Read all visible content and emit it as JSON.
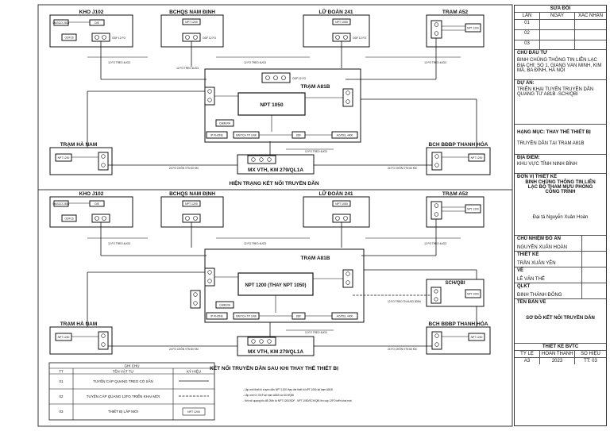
{
  "top": {
    "title": "HIỆN TRẠNG KẾT NỐI TRUYỀN DẪN",
    "nodes": {
      "kho": "KHO J102",
      "bchqs": "BCHQS NAM ĐỊNH",
      "lu": "LỮ ĐOÀN 241",
      "a52": "TRẠM A52",
      "a81b": "TRẠM A81B",
      "hanam": "TRẠM HÀ NAM",
      "thanhhoa": "BCH BĐBP THANH HÓA",
      "mx": "MX VTH, KM 279/QL1A"
    },
    "hub": "NPT 1050",
    "devices": {
      "dasco": "DASCO 2811",
      "oe": "O/E",
      "odf_a": "ODF16",
      "odf_b": "ODF 12 FO",
      "npt_a": "NPT 1200",
      "camera": "CAMERA",
      "ipphone": "IP PHONE",
      "switch": "SWITCH TP LINK",
      "sdf": "SDF",
      "alcatel": "ACATEL 4400",
      "npt_b": "NPT 1050"
    },
    "cables": {
      "c1": "12 FO TREO 4UG3",
      "c2": "12 FO TREO 4UG3",
      "c3": "12 FO TREO 4UG3",
      "c4": "12 FO TREO 4UG3",
      "c5": "12 FO TREO 4UG3",
      "c6": "12 FO TREO 4UG3",
      "c7": "24 FO CHÔN VTN 60 KM",
      "c8": "24 FO CHÔN VTN 60 KM"
    }
  },
  "bottom": {
    "title": "KẾT NỐI TRUYỀN DẪN SAU KHI THAY THẾ THIẾT BỊ",
    "nodes": {
      "kho": "KHO J102",
      "bchqs": "BCHQS NAM ĐỊNH",
      "lu": "LỮ ĐOÀN 241",
      "a52": "TRẠM A52",
      "a81b": "TRẠM A81B",
      "schqbi": "SCH/QBI",
      "hanam": "TRẠM HÀ NAM",
      "thanhhoa": "BCH BĐBP THANH HÓA",
      "mx": "MX VTH, KM 279/QL1A"
    },
    "hub": "NPT 1200 (THAY NPT 1050)",
    "devices": {
      "dasco": "DASCO 2811",
      "oe": "O/E",
      "odf_a": "ODF16",
      "odf_b": "ODF 12 FO",
      "npt_a": "NPT 1200",
      "camera": "CAMERA",
      "ipphone": "IP PHONE",
      "switch": "SWITCH TP LINK",
      "sdf": "SDF",
      "alcatel": "ACATEL 4400",
      "npt_b": "NPT 1050"
    },
    "cables": {
      "c1": "12 FO TREO 4UG3",
      "c2": "12 FO TREO 4UG3",
      "c3": "12 FO TREO 4UG3",
      "c4": "12 FO TREO 4UG3",
      "c5": "12 FO TREO 4UG3",
      "c6": "12 FO TREO 4UG3",
      "c7": "24 FO CHÔN VTN 60 KM",
      "c8": "24 FO CHÔN VTN 60 KM",
      "c9": "12 FO TREO TN 4UG3 300M"
    }
  },
  "legend": {
    "title": "GHI CHÚ",
    "headers": [
      "TT",
      "TÊN VẬT TƯ",
      "KÝ HIỆU"
    ],
    "rows": [
      {
        "tt": "01",
        "name": "TUYẾN CÁP QUANG TREO CÓ SẴN"
      },
      {
        "tt": "02",
        "name": "TUYẾN CÁP QUANG 12FO TRIỂN KHAI MỚI"
      },
      {
        "tt": "03",
        "name": "THIẾT BỊ LẮP MỚI",
        "symbol": "NPT 1200"
      }
    ]
  },
  "notes": [
    "- Lắp mới thiết bị truyền dẫn NPT 1200 thay thế thiết bị NPT 1050 tại trạm A81B",
    "- Lắp mới 01 ODF tại trạm A81B và SCH/QBI",
    "- Kết nối quang lẻo đổi 2Mb từ NPT 1200/SDF - NPT 1050/SCH/QBI lên cáp 12FO triển khai mới"
  ],
  "titleblock": {
    "revision": "SỬA ĐỔI",
    "rev_headers": [
      "LẦN",
      "NGÀY",
      "XÁC NHẬN"
    ],
    "rev_rows": [
      "01",
      "02",
      "03"
    ],
    "owner_label": "CHỦ ĐẦU TƯ",
    "owner": "BINH CHỦNG THÔNG TIN LIÊN LẠC",
    "address": "ĐỊA CHỈ: SỐ 1, GIANG VĂN MINH, KIM MÃ, BA ĐÌNH, HÀ NỘI",
    "project_label": "DỰ ÁN:",
    "project": "TRIỂN KHAI TUYẾN TRUYỀN DẪN QUANG TỪ A81B -SCH/QBI",
    "item_label": "HẠNG MỤC: THAY THẾ THIẾT BỊ",
    "item": "TRUYỀN DẪN TẠI TRẠM A81B",
    "location_label": "ĐỊA ĐIỂM:",
    "location": "KHU VỰC TỈNH NINH BÌNH",
    "designer_label": "ĐƠN VỊ THIẾT KẾ",
    "designer": "BINH CHỦNG THÔNG TIN LIÊN LẠC BỘ THAM MƯU PHÒNG CÔNG TRÌNH",
    "signatory": "Đại tá Nguyễn Xuân Hoàn",
    "pm_label": "CHỦ NHIỆM ĐỒ ÁN",
    "pm": "NGUYỄN XUÂN HOÀN",
    "design_label": "THIẾT KẾ",
    "design": "TRẦN XUÂN YÊN",
    "draw_label": "VẼ",
    "draw": "LÊ VĂN THẾ",
    "qc_label": "QLKT",
    "qc": "ĐINH THÀNH ĐÔNG",
    "sheet_label": "TÊN BẢN VẼ",
    "sheet": "SƠ ĐỒ KẾT NỐI TRUYỀN DẪN",
    "phase": "THIẾT KẾ BVTC",
    "foot_headers": [
      "TỶ LỆ",
      "HOÀN THÀNH",
      "SỐ HIỆU"
    ],
    "foot_values": [
      "A3",
      "2023",
      "TT: 03"
    ]
  },
  "colors": {
    "line": "#111111",
    "frame": "#333333",
    "paper": "#ffffff"
  }
}
